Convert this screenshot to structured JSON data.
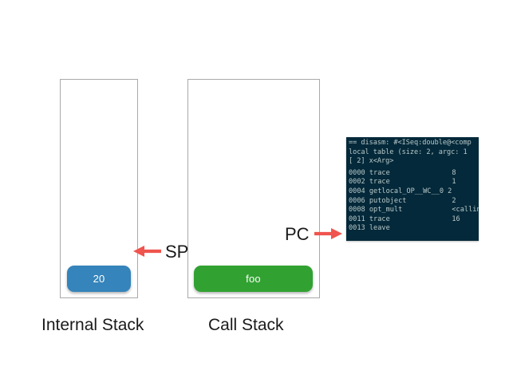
{
  "diagram": {
    "title_hidden": "",
    "stacks": [
      {
        "id": "internal-stack",
        "caption": "Internal Stack",
        "cells": [
          {
            "label": "20",
            "color": "#3584bb"
          }
        ]
      },
      {
        "id": "call-stack",
        "caption": "Call Stack",
        "cells": [
          {
            "label": "foo",
            "color": "#31a231"
          }
        ]
      }
    ],
    "pointers": [
      {
        "name": "sp",
        "label": "SP",
        "direction": "left",
        "color": "#ef544e"
      },
      {
        "name": "pc",
        "label": "PC",
        "direction": "right",
        "color": "#ef544e"
      }
    ],
    "colors": {
      "frame_border": "#a9a9a9",
      "internal_cell": "#3584bb",
      "call_cell": "#31a231",
      "arrow_red": "#ef544e",
      "terminal_bg": "#04293a",
      "terminal_text": "#b9c9c9",
      "caption_text": "#1a1a1a"
    }
  },
  "terminal": {
    "header_lines": [
      "== disasm: #<ISeq:double@<comp",
      "local table (size: 2, argc: 1",
      "[ 2] x<Arg>"
    ],
    "instructions": [
      {
        "addr": "0000",
        "op": "trace",
        "arg": "8"
      },
      {
        "addr": "0002",
        "op": "trace",
        "arg": "1"
      },
      {
        "addr": "0004",
        "op": "getlocal_OP__WC__0 2",
        "arg": ""
      },
      {
        "addr": "0006",
        "op": "putobject",
        "arg": "2"
      },
      {
        "addr": "0008",
        "op": "opt_mult",
        "arg": "<callinfo"
      },
      {
        "addr": "0011",
        "op": "trace",
        "arg": "16"
      },
      {
        "addr": "0013",
        "op": "leave",
        "arg": ""
      }
    ]
  }
}
